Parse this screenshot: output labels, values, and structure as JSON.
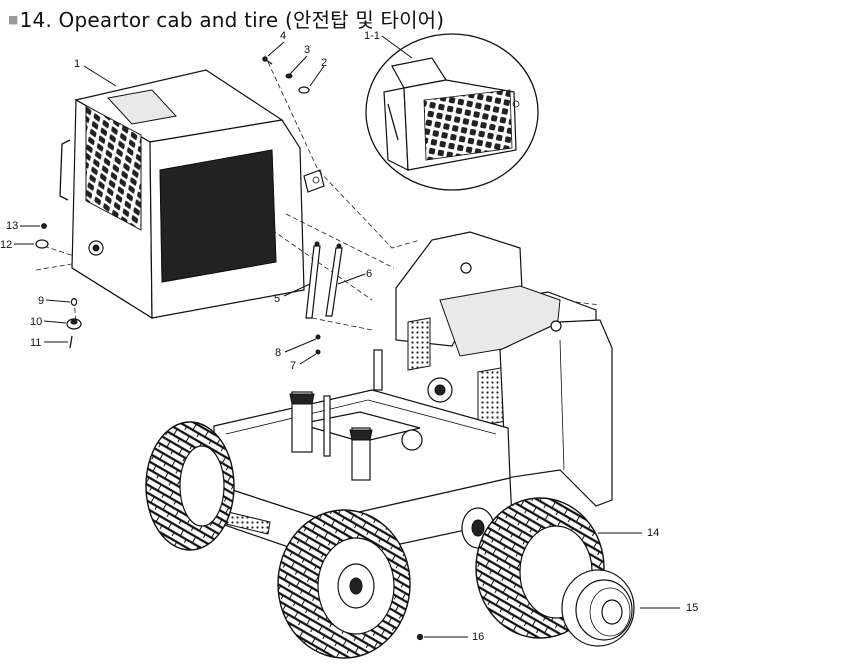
{
  "title": "14. Opeartor cab and tire (안전탑 및 타이어)",
  "callouts": {
    "c1": "1",
    "c1_1": "1-1",
    "c2": "2",
    "c3": "3",
    "c4": "4",
    "c5": "5",
    "c6": "6",
    "c7": "7",
    "c8": "8",
    "c9": "9",
    "c10": "10",
    "c11": "11",
    "c12": "12",
    "c13": "13",
    "c14": "14",
    "c15": "15",
    "c16": "16"
  }
}
